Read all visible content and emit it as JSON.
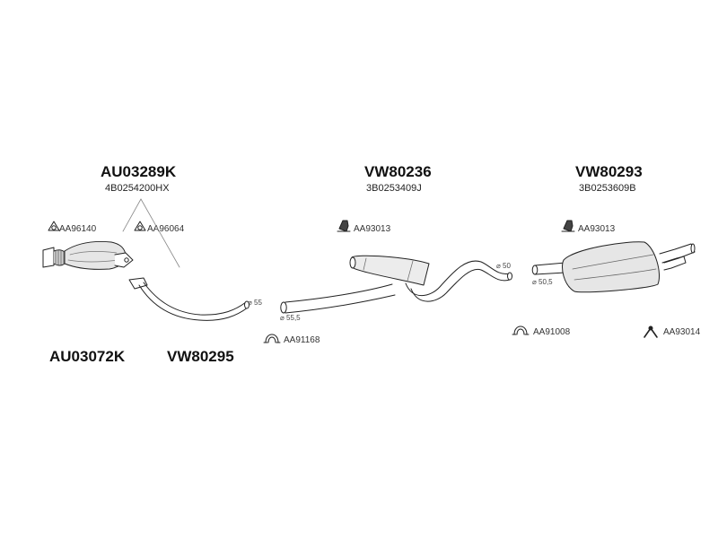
{
  "groups": [
    {
      "code": "AU03289K",
      "oem": "4B0254200HX"
    },
    {
      "code": "VW80236",
      "oem": "3B0253409J"
    },
    {
      "code": "VW80293",
      "oem": "3B0253609B"
    }
  ],
  "bottom_codes": [
    "AU03072K",
    "VW80295"
  ],
  "parts": {
    "gasket_1": "AA96140",
    "gasket_2": "AA96064",
    "mount_mid": "AA93013",
    "mount_rear": "AA93013",
    "clamp_front": "AA91168",
    "clamp_rear": "AA91008",
    "hanger_rear": "AA93014"
  },
  "dimensions": {
    "d55": "⌀ 55",
    "d55_5": "⌀ 55,5",
    "d50": "⌀ 50",
    "d50_5": "⌀ 50,5"
  }
}
